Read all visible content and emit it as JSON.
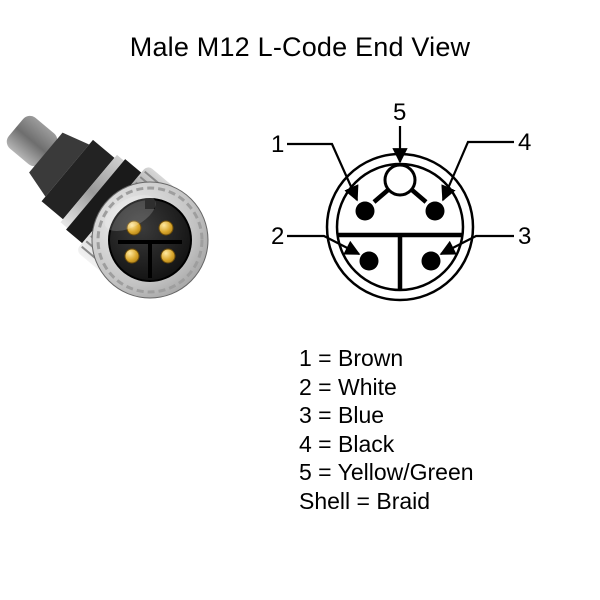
{
  "title": "Male M12 L-Code End View",
  "schematic": {
    "labels": [
      "1",
      "2",
      "3",
      "4",
      "5"
    ]
  },
  "legend": {
    "lines": [
      "1 = Brown",
      "2 = White",
      "3 = Blue",
      "4 = Black",
      "5 = Yellow/Green",
      "Shell = Braid"
    ]
  },
  "colors": {
    "diagram_line": "#000000",
    "pin_fill": "#000000",
    "photo_gold": "#c8971e",
    "photo_metal": "#c9c9c9",
    "background": "#ffffff"
  }
}
